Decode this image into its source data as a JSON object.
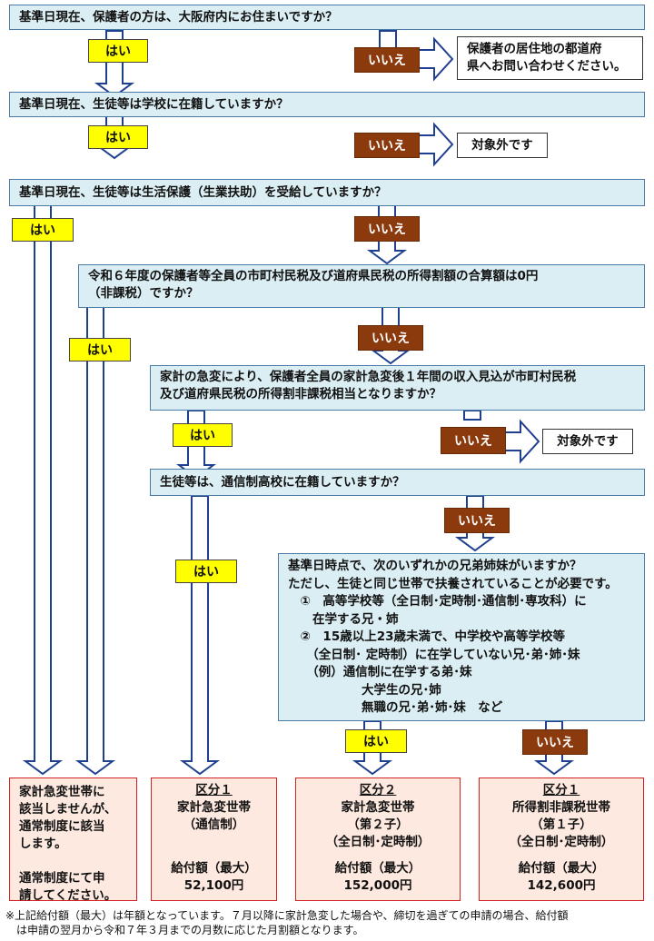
{
  "colors": {
    "question_bg": "#dbeef4",
    "question_border": "#4a7ba6",
    "yes_bg": "#ffff00",
    "no_bg": "#8b3a0e",
    "result_bg": "#fde9df",
    "result_border": "#d32020"
  },
  "q1": "基準日現在、保護者の方は、大阪府内にお住まいですか？",
  "q2": "基準日現在、生徒等は学校に在籍していますか？",
  "q3": "基準日現在、生徒等は生活保護（生業扶助）を受給していますか？",
  "q4": "令和６年度の保護者等全員の市町村民税及び道府県民税の所得割額の合算額は0円\n（非課税）ですか？",
  "q5": "家計の急変により、保護者全員の家計急変後１年間の収入見込が市町村民税\n及び道府県民税の所得割非課税相当となりますか？",
  "q6": "生徒等は、通信制高校に在籍していますか？",
  "q7": "基準日時点で、次のいずれかの兄弟姉妹がいますか？\nただし、生徒と同じ世帯で扶養されていることが必要です。\n　①　高等学校等（全日制･定時制･通信制･専攻科）に\n　　在学する兄・姉\n　②　15歳以上23歳未満で、中学校や高等学校等\n　　（全日制･ 定時制）に在学していない兄･弟･姉･妹\n　　（例）通信制に在学する弟･妹\n　　　　　　大学生の兄･姉\n　　　　　　無職の兄･弟･姉･妹　など",
  "yes": "はい",
  "no": "いいえ",
  "note1": "保護者の居住地の都道府\n県へお問い合わせください。",
  "note2": "対象外です",
  "note3": "対象外です",
  "r1": "家計急変世帯に\n該当しませんが、\n通常制度に該当\nします。\n\n通常制度にて申\n請してください。",
  "r2": {
    "cat": "区分１",
    "l1": "家計急変世帯",
    "l2": "（通信制）",
    "l3": "",
    "amt_label": "給付額（最大）",
    "amt": "52,100円"
  },
  "r3": {
    "cat": "区分２",
    "l1": "家計急変世帯",
    "l2": "（第２子）",
    "l3": "（全日制･定時制）",
    "amt_label": "給付額（最大）",
    "amt": "152,000円"
  },
  "r4": {
    "cat": "区分１",
    "l1": "所得割非課税世帯",
    "l2": "（第１子）",
    "l3": "（全日制･定時制）",
    "amt_label": "給付額（最大）",
    "amt": "142,600円"
  },
  "footnote": "※上記給付額（最大）は年額となっています。７月以降に家計急変した場合や、締切を過ぎての申請の場合、給付額\n　は申請の翌月から令和７年３月までの月数に応じた月割額となります。"
}
